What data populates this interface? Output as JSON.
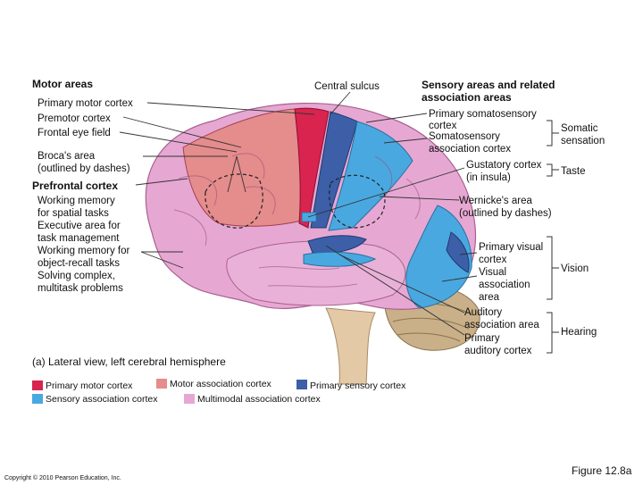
{
  "labels": {
    "motor_areas": "Motor areas",
    "primary_motor_cortex": "Primary motor cortex",
    "premotor_cortex": "Premotor cortex",
    "frontal_eye_field": "Frontal eye field",
    "brocas_area": "Broca's area\n(outlined by dashes)",
    "prefrontal_cortex": "Prefrontal cortex",
    "prefrontal_functions": "Working memory\nfor spatial tasks\nExecutive area for\ntask management\nWorking memory for\nobject-recall tasks\nSolving complex,\nmultitask problems",
    "central_sulcus": "Central sulcus",
    "sensory_areas": "Sensory areas and related\nassociation areas",
    "primary_somatosensory": "Primary somatosensory\ncortex",
    "somatosensory_assoc": "Somatosensory\nassociation cortex",
    "somatic_sensation": "Somatic\nsensation",
    "gustatory": "Gustatory cortex\n(in insula)",
    "taste": "Taste",
    "wernickes": "Wernicke's area\n(outlined by dashes)",
    "primary_visual": "Primary visual\ncortex",
    "visual_assoc": "Visual\nassociation\narea",
    "vision": "Vision",
    "auditory_assoc": "Auditory\nassociation area",
    "primary_auditory": "Primary\nauditory cortex",
    "hearing": "Hearing",
    "caption": "(a) Lateral view, left cerebral hemisphere"
  },
  "legend": [
    {
      "label": "Primary motor cortex",
      "color": "#d8244f"
    },
    {
      "label": "Motor association cortex",
      "color": "#e58c8c"
    },
    {
      "label": "Primary sensory cortex",
      "color": "#3c5fa8"
    },
    {
      "label": "Sensory association cortex",
      "color": "#4aa8e0"
    },
    {
      "label": "Multimodal association cortex",
      "color": "#e6a8d2"
    }
  ],
  "copyright": "Copyright © 2010 Pearson Education, Inc.",
  "figure": "Figure 12.8a"
}
